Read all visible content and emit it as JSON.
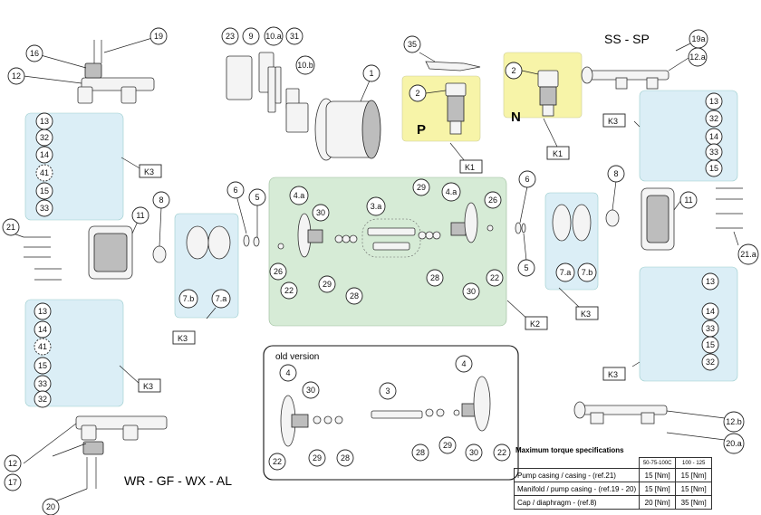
{
  "headers": {
    "top_right": "SS - SP",
    "bottom_left": "WR - GF - WX - AL"
  },
  "old_version_label": "old version",
  "variant_labels": {
    "p": "P",
    "n": "N"
  },
  "kit_labels": {
    "k1": "K1",
    "k2": "K2",
    "k3": "K3"
  },
  "callouts": {
    "n1": "1",
    "n2": "2",
    "n3": "3",
    "n3a": "3.a",
    "n4": "4",
    "n4a": "4.a",
    "n5": "5",
    "n6": "6",
    "n7a": "7.a",
    "n7b": "7.b",
    "n8": "8",
    "n9": "9",
    "n10a": "10.a",
    "n10b": "10.b",
    "n11": "11",
    "n12": "12",
    "n12a": "12.a",
    "n12b": "12.b",
    "n13": "13",
    "n14": "14",
    "n15": "15",
    "n16": "16",
    "n17": "17",
    "n19": "19",
    "n19a": "19a",
    "n20": "20",
    "n20a": "20.a",
    "n21": "21",
    "n21a": "21.a",
    "n22": "22",
    "n23": "23",
    "n26": "26",
    "n28": "28",
    "n29": "29",
    "n30": "30",
    "n31": "31",
    "n32": "32",
    "n33": "33",
    "n35": "35",
    "n41": "41"
  },
  "torque": {
    "title": "Maximum torque specifications",
    "columns": [
      "50-75-100C",
      "100 - 125"
    ],
    "rows": [
      {
        "label": "Pump casing / casing  - (ref.21)",
        "v1": "15 [Nm]",
        "v2": "15 [Nm]"
      },
      {
        "label": "Manifold / pump casing -  (ref.19 - 20)",
        "v1": "15 [Nm]",
        "v2": "15 [Nm]"
      },
      {
        "label": "Cap / diaphragm  -  (ref.8)",
        "v1": "20 [Nm]",
        "v2": "35 [Nm]"
      }
    ]
  },
  "colors": {
    "kit_box_blue": "#dbeef6",
    "kit_box_green": "#d6ebd6",
    "variant_box_yellow": "#f7f4a8"
  }
}
